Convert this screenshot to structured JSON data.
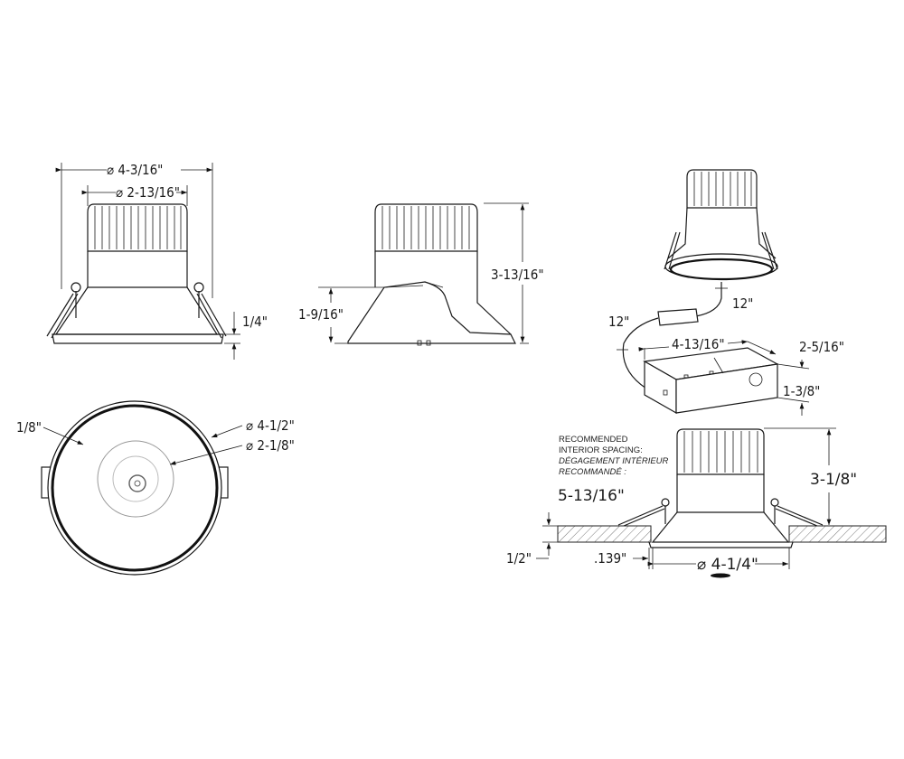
{
  "front_view": {
    "outer_diameter": "⌀ 4-3/16\"",
    "inner_diameter": "⌀ 2-13/16\"",
    "trim_height": "1/4\""
  },
  "side_view": {
    "overall_height": "3-13/16\"",
    "spring_height": "1-9/16\""
  },
  "bottom_view": {
    "trim_edge": "1/8\"",
    "trim_diameter": "⌀ 4-1/2\"",
    "aperture_diameter": "⌀ 2-1/8\""
  },
  "exploded_view": {
    "lead_fixture": "12\"",
    "lead_box": "12\"",
    "box_length": "4-13/16\"",
    "box_width": "2-5/16\"",
    "box_height": "1-3/8\""
  },
  "installed_view": {
    "note_line1": "RECOMMENDED",
    "note_line2": "INTERIOR SPACING:",
    "note_line3": "DÉGAGEMENT INTÉRIEUR",
    "note_line4": "RECOMMANDÉ :",
    "spacing": "5-13/16\"",
    "ceiling_thickness": "1/2\"",
    "flange": ".139\"",
    "cutout_diameter": "⌀ 4-1/4\"",
    "recessed_height": "3-1/8\""
  }
}
